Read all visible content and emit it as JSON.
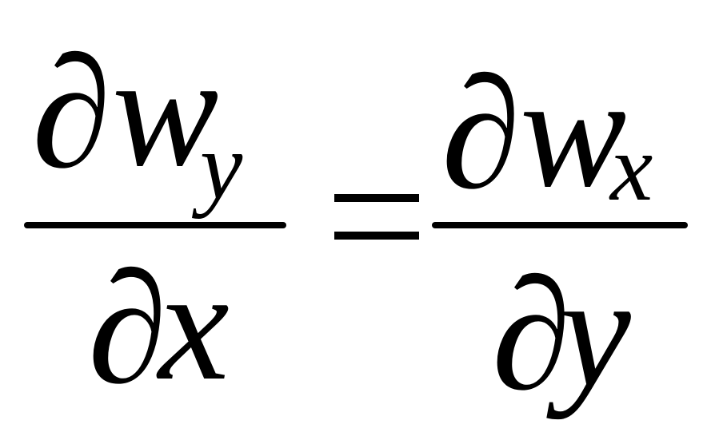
{
  "equation": {
    "left": {
      "numerator": {
        "partial": "∂",
        "symbol": "w",
        "subscript": "y"
      },
      "denominator": {
        "partial": "∂",
        "symbol": "x"
      }
    },
    "operator": "=",
    "right": {
      "numerator": {
        "partial": "∂",
        "symbol": "w",
        "subscript": "x"
      },
      "denominator": {
        "partial": "∂",
        "symbol": "y"
      }
    }
  }
}
